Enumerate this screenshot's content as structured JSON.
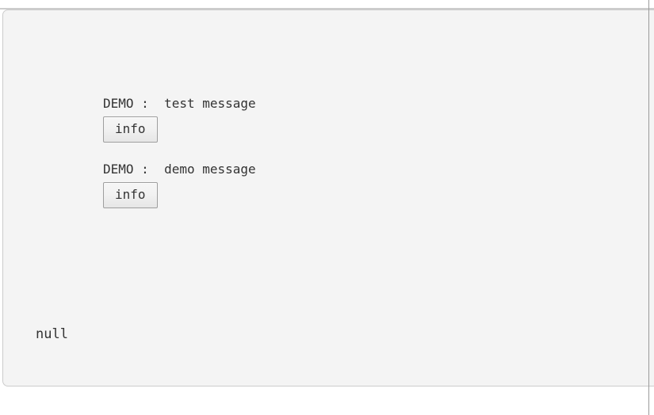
{
  "page": {
    "background_color": "#ffffff",
    "panel_background_color": "#f4f4f4",
    "panel_border_color": "#cccccc",
    "text_color": "#333333"
  },
  "messages": [
    {
      "tag": "DEMO",
      "separator": " :  ",
      "text": "test message",
      "button_label": "info"
    },
    {
      "tag": "DEMO",
      "separator": " :  ",
      "text": "demo message",
      "button_label": "info"
    }
  ],
  "output": {
    "value": "null"
  }
}
